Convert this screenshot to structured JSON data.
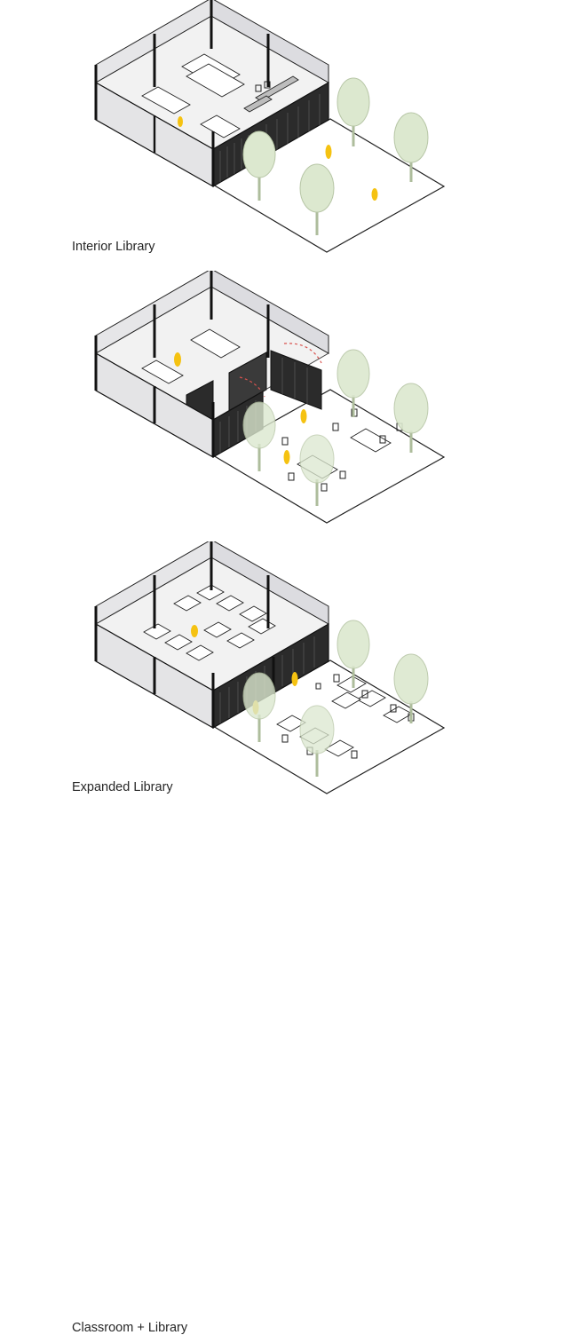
{
  "diagrams": [
    {
      "caption": "Interior Library"
    },
    {
      "caption": "Expanded Library"
    },
    {
      "caption": "Classroom + Library"
    }
  ],
  "icons": {
    "tree": "tree-icon",
    "person": "person-icon",
    "table": "table-icon",
    "chair": "chair-icon",
    "bookshelf": "bookshelf-icon",
    "swing-arrow": "swing-arrow-icon"
  },
  "colors": {
    "wall": "#e4e4e6",
    "wall_dark": "#cfcfd2",
    "floor": "#f1f1f1",
    "ground": "#ffffff",
    "frame": "#111111",
    "panel": "#2a2a2a",
    "tree": "#dce8cf",
    "tree_outline": "#aebd9c",
    "person": "#f5c211",
    "arrow": "#d9534f"
  }
}
